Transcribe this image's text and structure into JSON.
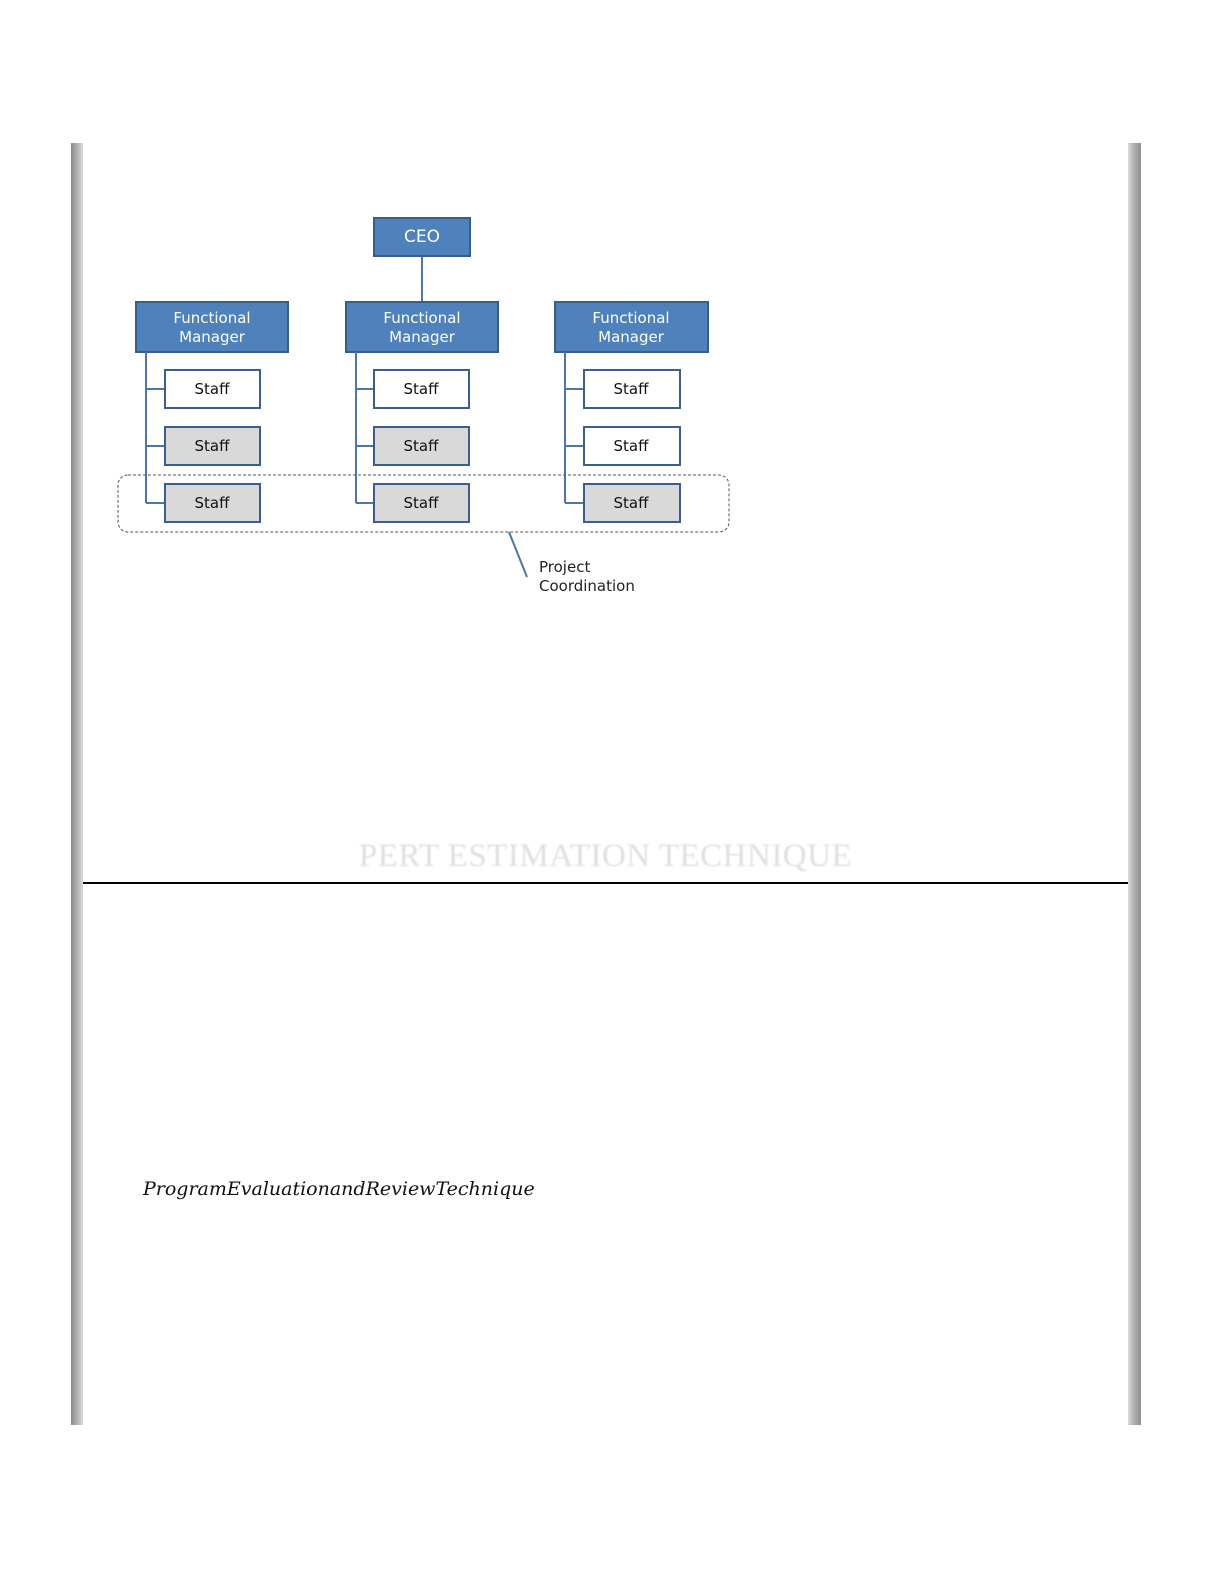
{
  "diagram": {
    "ceo": "CEO",
    "manager_line1": "Functional",
    "manager_line2": "Manager",
    "staff": "Staff",
    "callout_line1": "Project",
    "callout_line2": "Coordination",
    "colors": {
      "box_fill": "#4f81bd",
      "box_border": "#385d8a",
      "staff_fill": "#ffffff",
      "staff_highlight_fill": "#d9d9d9",
      "staff_border": "#3a5f8f",
      "connector": "#4a76a8"
    }
  },
  "section_title": "PERT ESTIMATION TECHNIQUE",
  "body_italic": "ProgramEvaluationandReviewTechnique"
}
